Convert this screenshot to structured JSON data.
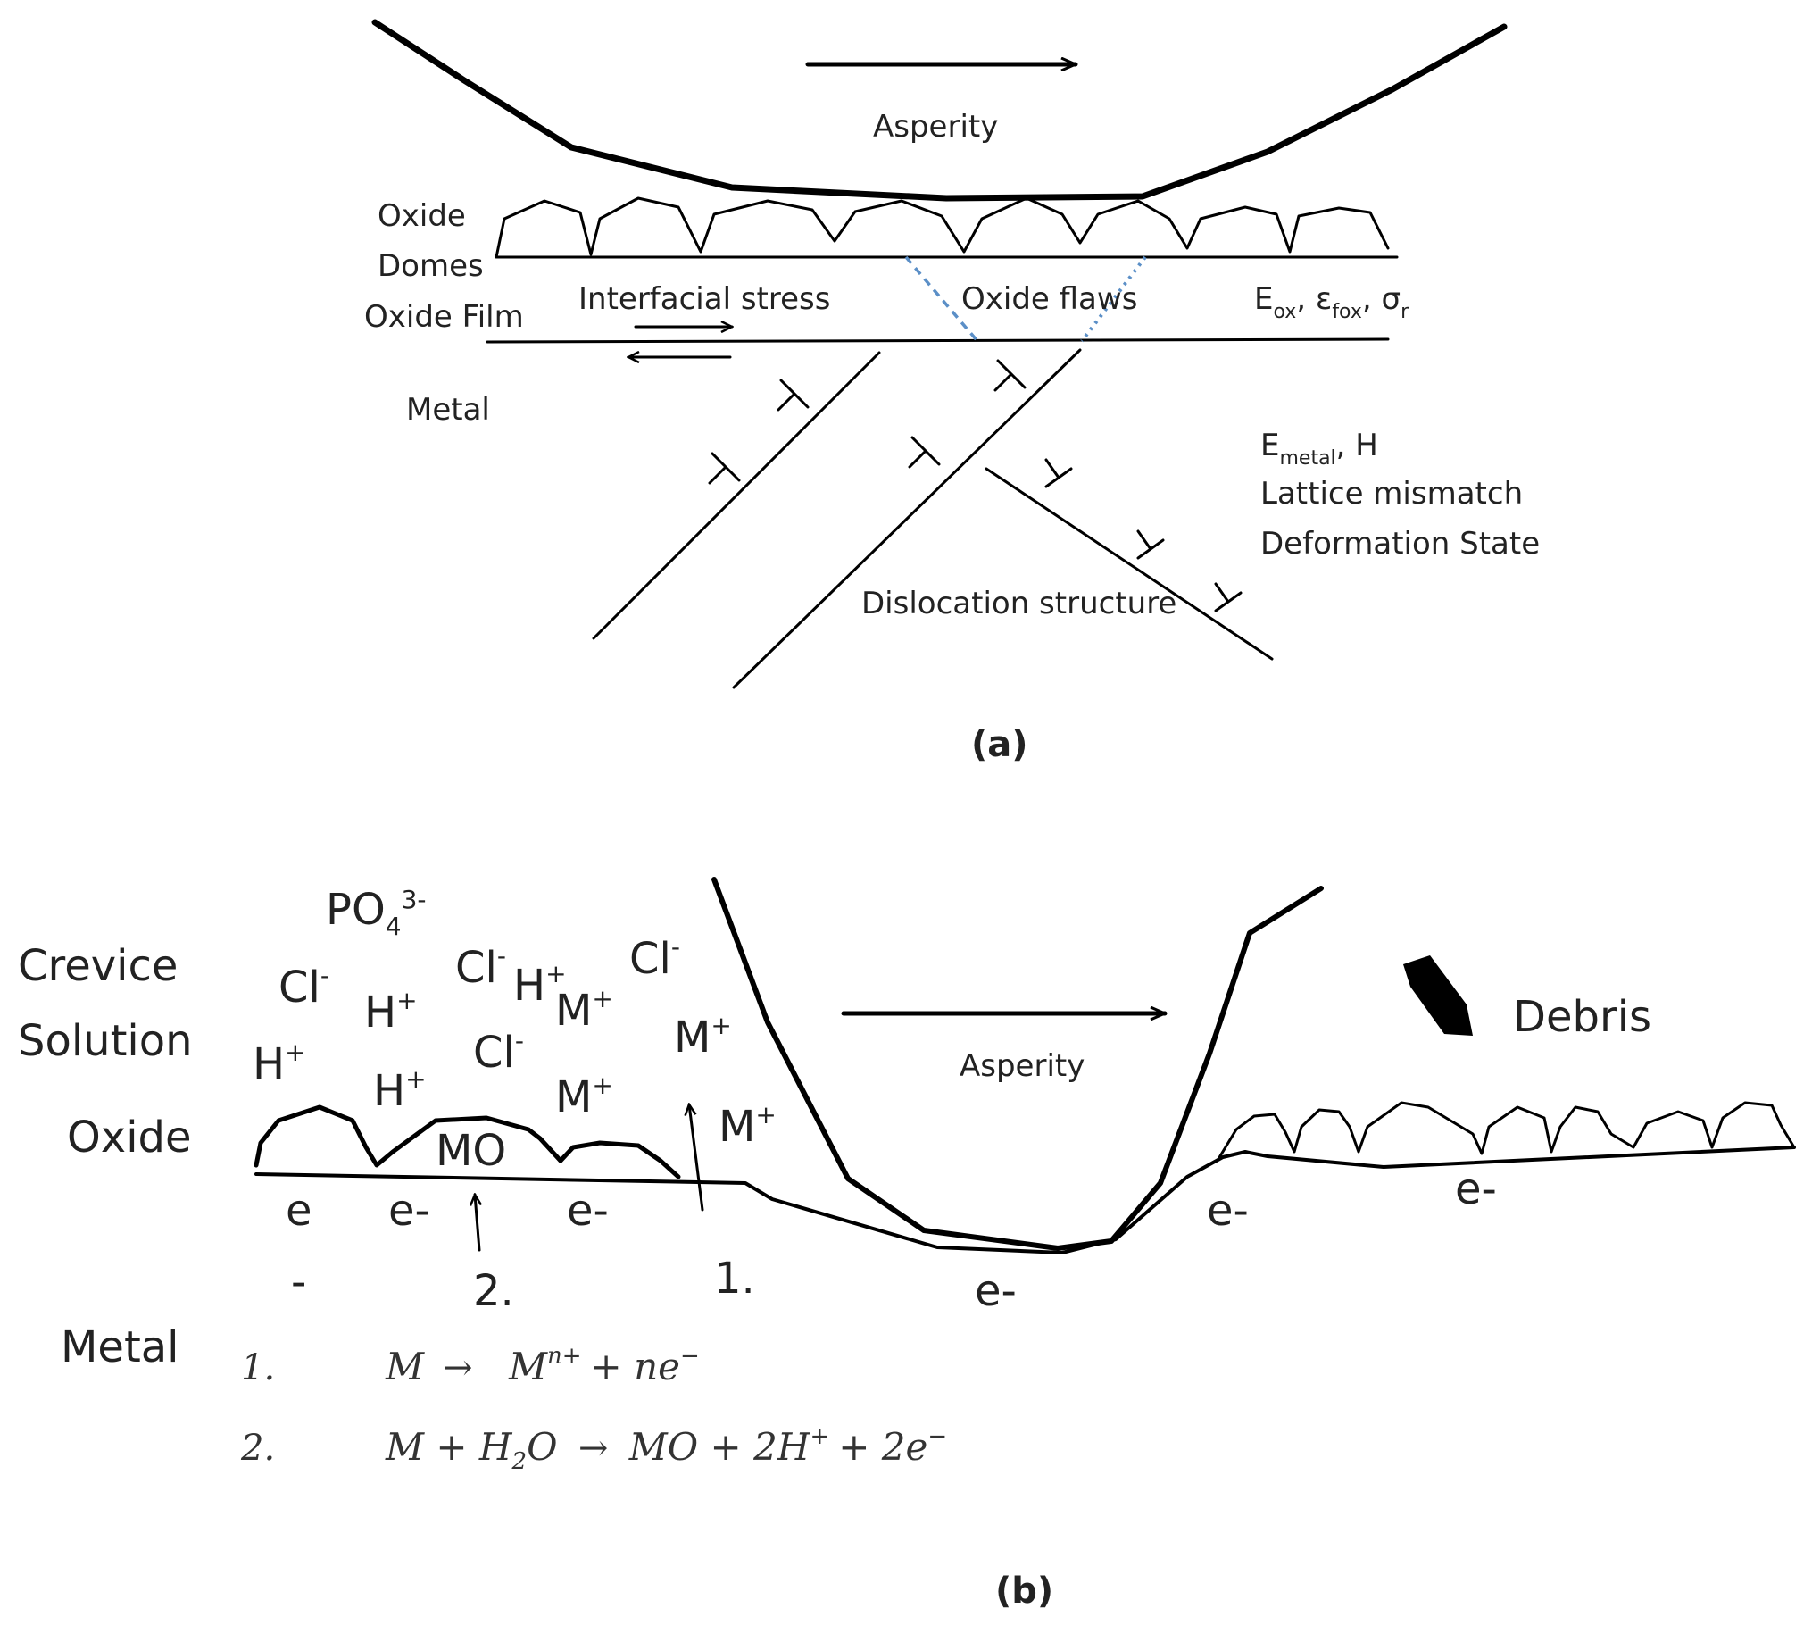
{
  "colors": {
    "ink": "#000000",
    "text": "#222222",
    "flaw": "#5b8fc7"
  },
  "panel_a": {
    "asperity": "Asperity",
    "oxide_domes": "Oxide Domes",
    "oxide_film": "Oxide Film",
    "interfacial_stress": "Interfacial stress",
    "oxide_flaws": "Oxide flaws",
    "oxide_props": {
      "E": "E",
      "E_sub": "ox",
      "sep1": ", ",
      "eps": "ε",
      "eps_sub": "fox",
      "sep2": ", ",
      "sigma": "σ",
      "sigma_sub": "r"
    },
    "metal": "Metal",
    "metal_props": {
      "E": "E",
      "E_sub": "metal",
      "rest": ", H"
    },
    "lattice_mismatch": "Lattice mismatch",
    "deformation_state": "Deformation State",
    "dislocation_structure": "Dislocation structure",
    "caption": "(a)"
  },
  "panel_b": {
    "po4": {
      "base": "PO",
      "sub": "4",
      "sup": "3-"
    },
    "crevice": "Crevice",
    "solution": "Solution",
    "oxide": "Oxide",
    "metal": "Metal",
    "asperity": "Asperity",
    "debris": "Debris",
    "mo": "MO",
    "ions": [
      {
        "base": "Cl",
        "sup": "-"
      },
      {
        "base": "H",
        "sup": "+"
      },
      {
        "base": "H",
        "sup": "+"
      },
      {
        "base": "Cl",
        "sup": "-"
      },
      {
        "base": "H",
        "sup": "+"
      },
      {
        "base": "H",
        "sup": "+"
      },
      {
        "base": "M",
        "sup": "+"
      },
      {
        "base": "Cl",
        "sup": "-"
      },
      {
        "base": "Cl",
        "sup": "-"
      },
      {
        "base": "M",
        "sup": "+"
      },
      {
        "base": "M",
        "sup": "+"
      },
      {
        "base": "M",
        "sup": "+"
      }
    ],
    "electrons": [
      "e",
      "-",
      "e-",
      "e-",
      "e-",
      "e-",
      "e-"
    ],
    "reaction_markers": [
      "1.",
      "2."
    ],
    "equations": {
      "eq1": {
        "num": "1.",
        "lhs": "M",
        "arrow": "→",
        "m": "M",
        "m_sup": "n+",
        "rest": "+ ne",
        "rest_sup": "−"
      },
      "eq2": {
        "num": "2.",
        "lhs": "M + H",
        "h_sub": "2",
        "o": "O",
        "arrow": "→",
        "mo": "MO + 2H",
        "h_sup": "+",
        "plus": "+ 2e",
        "e_sup": "−"
      }
    },
    "caption": "(b)"
  }
}
